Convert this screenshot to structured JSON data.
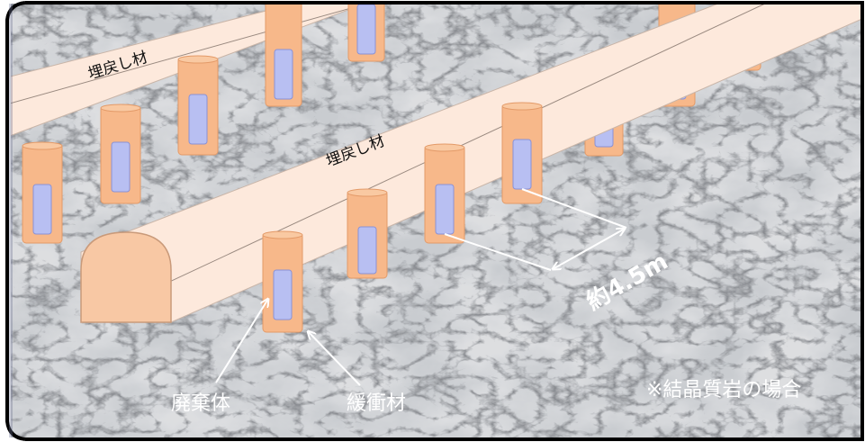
{
  "labels": {
    "backfill_upper": "埋戻し材",
    "backfill_lower": "埋戻し材",
    "waste_form": "廃棄体",
    "buffer": "緩衝材",
    "spacing": "約4.5m",
    "note": "※結晶質岩の場合"
  },
  "colors": {
    "rock": "#b9bcc1",
    "tunnel_face": "#fde9dc",
    "tunnel_end": "#f8c8a4",
    "buffer": "#f7b88a",
    "canister": "#b8bff2",
    "arrow": "#ffffff",
    "frame": "#000000"
  }
}
